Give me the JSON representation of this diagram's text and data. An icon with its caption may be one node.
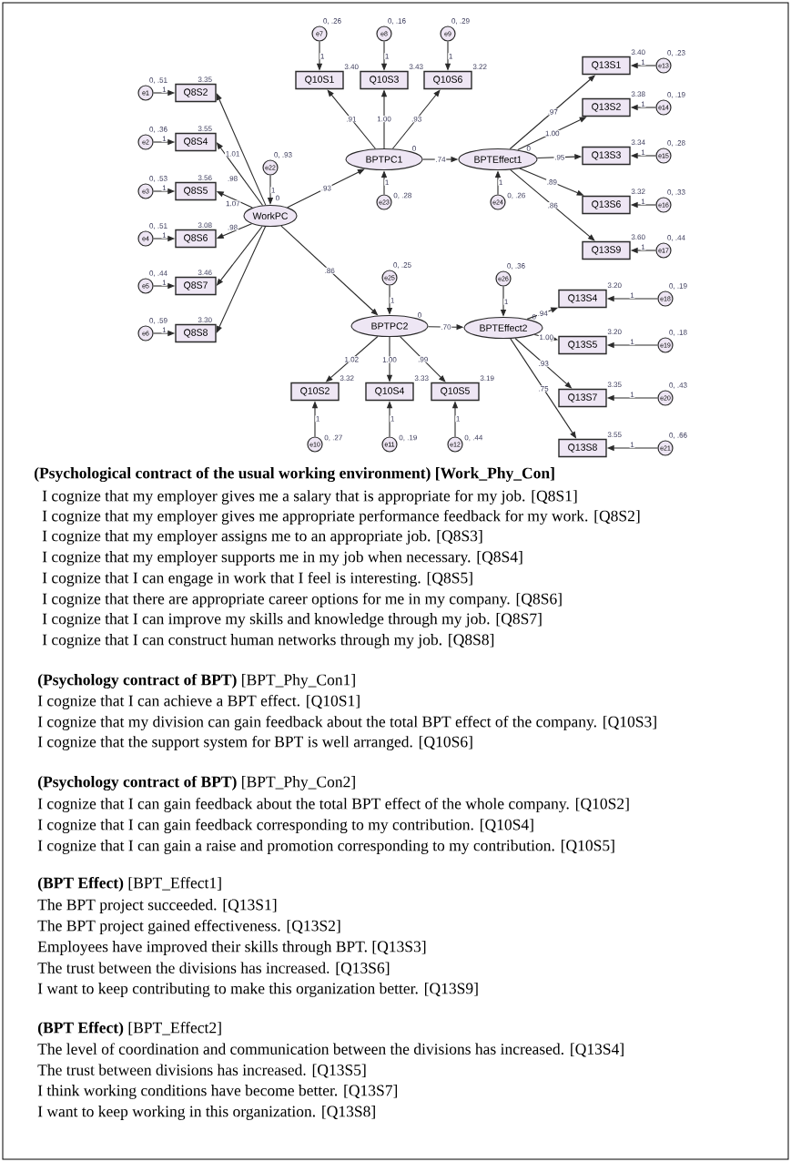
{
  "diagram": {
    "nodes": [
      {
        "text": [
          "Q8S2"
        ],
        "beside": [
          "3.35"
        ]
      },
      {
        "text": [
          "Q8S4"
        ],
        "beside": [
          "3.55"
        ]
      },
      {
        "text": [
          "Q8S5"
        ],
        "beside": [
          "3.56"
        ]
      },
      {
        "text": [
          "Q8S6"
        ],
        "beside": [
          "3.08"
        ]
      },
      {
        "text": [
          "Q8S7"
        ],
        "beside": [
          "3.46"
        ]
      },
      {
        "text": [
          "Q8S8"
        ],
        "beside": [
          "3.30"
        ]
      },
      {
        "text": [
          "e1"
        ],
        "beside": [
          "0, .51"
        ]
      },
      {
        "text": [
          "e2"
        ],
        "beside": [
          "0, .36"
        ]
      },
      {
        "text": [
          "e3"
        ],
        "beside": [
          "0, .53"
        ]
      },
      {
        "text": [
          "e4"
        ],
        "beside": [
          "0, .51"
        ]
      },
      {
        "text": [
          "e5"
        ],
        "beside": [
          "0, .44"
        ]
      },
      {
        "text": [
          "e6"
        ],
        "beside": [
          "0, .59"
        ]
      },
      {
        "text": [
          "WorkPC"
        ],
        "beside": [
          "0"
        ]
      },
      {
        "text": [
          "e22"
        ],
        "beside": [
          "0, .93"
        ]
      },
      {
        "text": [
          "Q10S1"
        ],
        "beside": [
          "3.40"
        ]
      },
      {
        "text": [
          "Q10S3"
        ],
        "beside": [
          "3.43"
        ]
      },
      {
        "text": [
          "Q10S6"
        ],
        "beside": [
          "3.22"
        ]
      },
      {
        "text": [
          "e7"
        ],
        "beside": [
          "0, .26"
        ]
      },
      {
        "text": [
          "e8"
        ],
        "beside": [
          "0, .16"
        ]
      },
      {
        "text": [
          "e9"
        ],
        "beside": [
          "0, .29"
        ]
      },
      {
        "text": [
          "BPTPC1"
        ],
        "beside": [
          "0"
        ]
      },
      {
        "text": [
          "e23"
        ],
        "beside": [
          "0, .28"
        ]
      },
      {
        "text": [
          "BPTEffect1"
        ],
        "beside": [
          "0"
        ]
      },
      {
        "text": [
          "e24"
        ],
        "beside": [
          "0, .26"
        ]
      },
      {
        "text": [
          "Q13S1"
        ],
        "beside": [
          "3.40"
        ]
      },
      {
        "text": [
          "Q13S2"
        ],
        "beside": [
          "3.38"
        ]
      },
      {
        "text": [
          "Q13S3"
        ],
        "beside": [
          "3.34"
        ]
      },
      {
        "text": [
          "Q13S6"
        ],
        "beside": [
          "3.32"
        ]
      },
      {
        "text": [
          "Q13S9"
        ],
        "beside": [
          "3.60"
        ]
      },
      {
        "text": [
          "e13"
        ],
        "beside": [
          "0, .23"
        ]
      },
      {
        "text": [
          "e14"
        ],
        "beside": [
          "0, .19"
        ]
      },
      {
        "text": [
          "e15"
        ],
        "beside": [
          "0, .28"
        ]
      },
      {
        "text": [
          "e16"
        ],
        "beside": [
          "0, .33"
        ]
      },
      {
        "text": [
          "e17"
        ],
        "beside": [
          "0, .44"
        ]
      },
      {
        "text": [
          "BPTPC2"
        ],
        "beside": [
          "0"
        ]
      },
      {
        "text": [
          "e25"
        ],
        "beside": [
          "0, .25"
        ]
      },
      {
        "text": [
          "Q10S2"
        ],
        "beside": [
          "3.32"
        ]
      },
      {
        "text": [
          "Q10S4"
        ],
        "beside": [
          "3.33"
        ]
      },
      {
        "text": [
          "Q10S5"
        ],
        "beside": [
          "3.19"
        ]
      },
      {
        "text": [
          "e10"
        ],
        "beside": [
          "0, .27"
        ]
      },
      {
        "text": [
          "e11"
        ],
        "beside": [
          "0, .19"
        ]
      },
      {
        "text": [
          "e12"
        ],
        "beside": [
          "0, .44"
        ]
      },
      {
        "text": [
          "BPTEffect2"
        ],
        "beside": [
          "0"
        ]
      },
      {
        "text": [
          "e26"
        ],
        "beside": [
          "0, .36"
        ]
      },
      {
        "text": [
          "Q13S4"
        ],
        "beside": [
          "3.20"
        ]
      },
      {
        "text": [
          "Q13S5"
        ],
        "beside": [
          "3.20"
        ]
      },
      {
        "text": [
          "Q13S7"
        ],
        "beside": [
          "3.35"
        ]
      },
      {
        "text": [
          "Q13S8"
        ],
        "beside": [
          "3.55"
        ]
      },
      {
        "text": [
          "e18"
        ],
        "beside": [
          "0, .19"
        ]
      },
      {
        "text": [
          "e19"
        ],
        "beside": [
          "0, .18"
        ]
      },
      {
        "text": [
          "e20"
        ],
        "beside": [
          "0, .43"
        ]
      },
      {
        "text": [
          "e21"
        ],
        "beside": [
          "0, .66"
        ]
      }
    ],
    "edges": [
      {
        "from": 6,
        "to": 0,
        "arrow": "to",
        "label": "1"
      },
      {
        "from": 7,
        "to": 1,
        "arrow": "to",
        "label": "1"
      },
      {
        "from": 8,
        "to": 2,
        "arrow": "to",
        "label": "1"
      },
      {
        "from": 9,
        "to": 3,
        "arrow": "to",
        "label": "1"
      },
      {
        "from": 10,
        "to": 4,
        "arrow": "to",
        "label": "1"
      },
      {
        "from": 11,
        "to": 5,
        "arrow": "to",
        "label": "1"
      },
      {
        "from": 12,
        "to": 0,
        "arrow": "to",
        "label": "1.01"
      },
      {
        "from": 12,
        "to": 1,
        "arrow": "to",
        "label": ".98"
      },
      {
        "from": 12,
        "to": 2,
        "arrow": "to",
        "label": "1.07"
      },
      {
        "from": 12,
        "to": 3,
        "arrow": "to",
        "label": ".98"
      },
      {
        "from": 12,
        "to": 4,
        "arrow": "to"
      },
      {
        "from": 12,
        "to": 5,
        "arrow": "to"
      },
      {
        "from": 13,
        "to": 12,
        "arrow": "to",
        "label": "1"
      },
      {
        "from": 12,
        "to": 20,
        "arrow": "to",
        "label": ".93"
      },
      {
        "from": 12,
        "to": 34,
        "arrow": "to",
        "label": ".86"
      },
      {
        "from": 17,
        "to": 14,
        "arrow": "to",
        "label": "1"
      },
      {
        "from": 18,
        "to": 15,
        "arrow": "to",
        "label": "1"
      },
      {
        "from": 19,
        "to": 16,
        "arrow": "to",
        "label": "1"
      },
      {
        "from": 20,
        "to": 14,
        "arrow": "to",
        "label": ".91"
      },
      {
        "from": 20,
        "to": 15,
        "arrow": "to",
        "label": "1.00"
      },
      {
        "from": 20,
        "to": 16,
        "arrow": "to",
        "label": ".93"
      },
      {
        "from": 21,
        "to": 20,
        "arrow": "to",
        "label": "1"
      },
      {
        "from": 20,
        "to": 22,
        "arrow": "to",
        "label": ".74"
      },
      {
        "from": 23,
        "to": 22,
        "arrow": "to",
        "label": "1"
      },
      {
        "from": 22,
        "to": 24,
        "arrow": "to",
        "label": ".97"
      },
      {
        "from": 22,
        "to": 25,
        "arrow": "to",
        "label": "1.00"
      },
      {
        "from": 22,
        "to": 26,
        "arrow": "to",
        "label": ".95"
      },
      {
        "from": 22,
        "to": 27,
        "arrow": "to",
        "label": ".89"
      },
      {
        "from": 22,
        "to": 28,
        "arrow": "to",
        "label": ".86"
      },
      {
        "from": 29,
        "to": 24,
        "arrow": "to",
        "label": "1"
      },
      {
        "from": 30,
        "to": 25,
        "arrow": "to",
        "label": "1"
      },
      {
        "from": 31,
        "to": 26,
        "arrow": "to",
        "label": "1"
      },
      {
        "from": 32,
        "to": 27,
        "arrow": "to",
        "label": "1"
      },
      {
        "from": 33,
        "to": 28,
        "arrow": "to",
        "label": "1"
      },
      {
        "from": 35,
        "to": 34,
        "arrow": "to",
        "label": "1"
      },
      {
        "from": 34,
        "to": 36,
        "arrow": "to",
        "label": "1.02"
      },
      {
        "from": 34,
        "to": 37,
        "arrow": "to",
        "label": "1.00"
      },
      {
        "from": 34,
        "to": 38,
        "arrow": "to",
        "label": ".99"
      },
      {
        "from": 39,
        "to": 36,
        "arrow": "to",
        "label": "1"
      },
      {
        "from": 40,
        "to": 37,
        "arrow": "to",
        "label": "1"
      },
      {
        "from": 41,
        "to": 38,
        "arrow": "to",
        "label": "1"
      },
      {
        "from": 34,
        "to": 42,
        "arrow": "to",
        "label": ".70"
      },
      {
        "from": 43,
        "to": 42,
        "arrow": "to",
        "label": "1"
      },
      {
        "from": 42,
        "to": 44,
        "arrow": "to",
        "label": ".94"
      },
      {
        "from": 42,
        "to": 45,
        "arrow": "to",
        "label": "1.00"
      },
      {
        "from": 42,
        "to": 46,
        "arrow": "to",
        "label": ".93"
      },
      {
        "from": 42,
        "to": 47,
        "arrow": "to",
        "label": ".75"
      },
      {
        "from": 48,
        "to": 44,
        "arrow": "to",
        "label": "1"
      },
      {
        "from": 49,
        "to": 45,
        "arrow": "to",
        "label": "1"
      },
      {
        "from": 50,
        "to": 46,
        "arrow": "to",
        "label": "1"
      },
      {
        "from": 51,
        "to": 47,
        "arrow": "to",
        "label": "1"
      }
    ],
    "labels": [
      "(Psychological contract of the usual working environment) [Work_Phy_Con]",
      "I cognize that my employer gives me a salary that is appropriate for my job. [Q8S1]",
      "I cognize that my employer gives me appropriate performance feedback for my work. [Q8S2]",
      "I cognize that my employer assigns me to an appropriate job. [Q8S3]",
      "I cognize that my employer supports me in my job when necessary. [Q8S4]",
      "I cognize that I can engage in work that I feel is interesting. [Q8S5]",
      "I cognize that there are appropriate career options for me in my company. [Q8S6]",
      "I cognize that I can improve my skills and knowledge through my job. [Q8S7]",
      "I cognize that I can construct human networks through my job. [Q8S8]",
      "**(Psychology contract of BPT)** [BPT_Phy_Con1]",
      "I cognize that I can achieve a BPT effect. [Q10S1]",
      "I cognize that my division can gain feedback about the total BPT effect of the company. [Q10S3]",
      "I cognize that the support system for BPT is well arranged. [Q10S6]",
      "**(Psychology contract of BPT)** [BPT_Phy_Con2]",
      "I cognize that I can gain feedback about the total BPT effect of the whole company. [Q10S2]",
      "I cognize that I can gain feedback corresponding to my contribution. [Q10S4]",
      "I cognize that I can gain a raise and promotion corresponding to my contribution. [Q10S5]",
      "**(BPT Effect)** [BPT_Effect1]",
      "The BPT project succeeded. [Q13S1]",
      "The BPT project gained effectiveness. [Q13S2]",
      "Employees have improved their skills through BPT. [Q13S3]",
      "The trust between the divisions has increased. [Q13S6]",
      "I want to keep contributing to make this organization better. [Q13S9]",
      "**(BPT Effect)** [BPT_Effect2]",
      "The level of coordination and communication between the divisions has increased. [Q13S4]",
      "The trust between divisions has increased. [Q13S5]",
      "I think working conditions have become better. [Q13S7]",
      "I want to keep working in this organization. [Q13S8]"
    ]
  }
}
